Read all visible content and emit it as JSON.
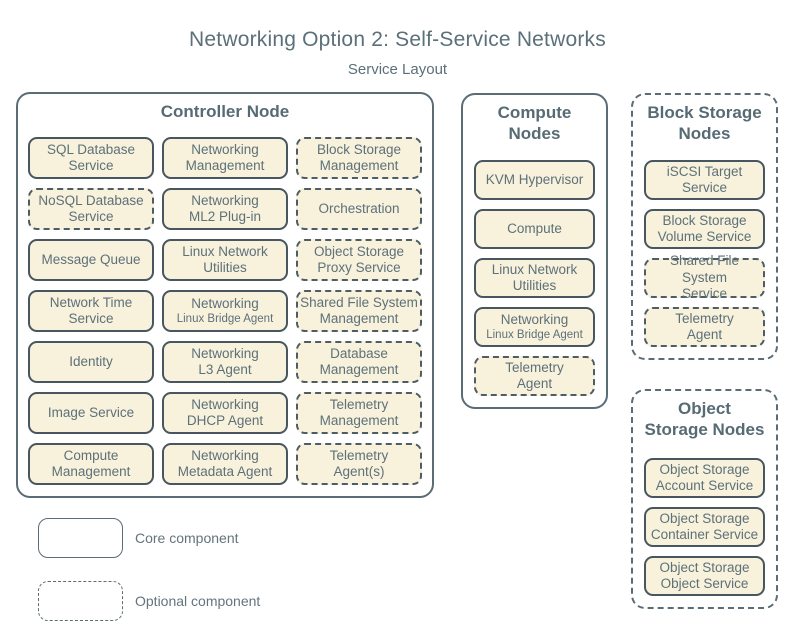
{
  "title": "Networking Option 2: Self-Service Networks",
  "subtitle": "Service Layout",
  "colors": {
    "background": "#ffffff",
    "service_fill": "#f8f1dc",
    "service_border": "#4d5d66",
    "node_border": "#5b6c75",
    "text": "#5d7179"
  },
  "legend": {
    "core_label": "Core component",
    "optional_label": "Optional component"
  },
  "nodes": {
    "controller": {
      "label": "Controller Node",
      "type": "core",
      "services": [
        {
          "label": "SQL Database\nService",
          "type": "core"
        },
        {
          "label": "Networking\nManagement",
          "type": "core"
        },
        {
          "label": "Block Storage\nManagement",
          "type": "optional"
        },
        {
          "label": "NoSQL Database\nService",
          "type": "optional"
        },
        {
          "label": "Networking\nML2 Plug-in",
          "type": "core"
        },
        {
          "label": "Orchestration",
          "type": "optional"
        },
        {
          "label": "Message Queue",
          "type": "core"
        },
        {
          "label": "Linux Network\nUtilities",
          "type": "core"
        },
        {
          "label": "Object Storage\nProxy Service",
          "type": "optional"
        },
        {
          "label": "Network Time\nService",
          "type": "core"
        },
        {
          "label": "Networking",
          "sublabel": "Linux Bridge Agent",
          "type": "core"
        },
        {
          "label": "Shared File System\nManagement",
          "type": "optional"
        },
        {
          "label": "Identity",
          "type": "core"
        },
        {
          "label": "Networking\nL3 Agent",
          "type": "core"
        },
        {
          "label": "Database\nManagement",
          "type": "optional"
        },
        {
          "label": "Image Service",
          "type": "core"
        },
        {
          "label": "Networking\nDHCP Agent",
          "type": "core"
        },
        {
          "label": "Telemetry\nManagement",
          "type": "optional"
        },
        {
          "label": "Compute\nManagement",
          "type": "core"
        },
        {
          "label": "Networking\nMetadata Agent",
          "type": "core"
        },
        {
          "label": "Telemetry\nAgent(s)",
          "type": "optional"
        }
      ]
    },
    "compute": {
      "label": "Compute\nNodes",
      "type": "core",
      "services": [
        {
          "label": "KVM Hypervisor",
          "type": "core"
        },
        {
          "label": "Compute",
          "type": "core"
        },
        {
          "label": "Linux Network\nUtilities",
          "type": "core"
        },
        {
          "label": "Networking",
          "sublabel": "Linux Bridge Agent",
          "type": "core"
        },
        {
          "label": "Telemetry\nAgent",
          "type": "optional"
        }
      ]
    },
    "block_storage": {
      "label": "Block Storage\nNodes",
      "type": "optional",
      "services": [
        {
          "label": "iSCSI Target\nService",
          "type": "core"
        },
        {
          "label": "Block Storage\nVolume Service",
          "type": "core"
        },
        {
          "label": "Shared File System\nService",
          "type": "optional"
        },
        {
          "label": "Telemetry\nAgent",
          "type": "optional"
        }
      ]
    },
    "object_storage": {
      "label": "Object\nStorage Nodes",
      "type": "optional",
      "services": [
        {
          "label": "Object Storage\nAccount Service",
          "type": "core"
        },
        {
          "label": "Object Storage\nContainer Service",
          "type": "core"
        },
        {
          "label": "Object Storage\nObject Service",
          "type": "core"
        }
      ]
    }
  }
}
